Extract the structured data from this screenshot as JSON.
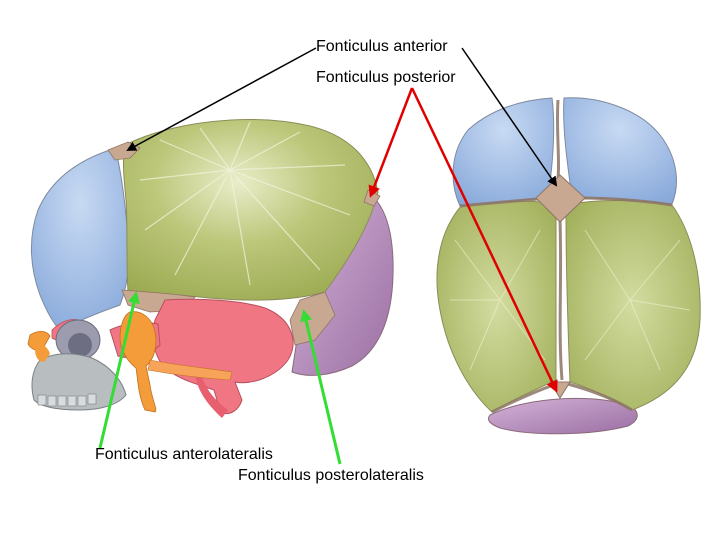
{
  "labels": {
    "anterior": "Fonticulus anterior",
    "posterior": "Fonticulus posterior",
    "anterolateralis": "Fonticulus anterolateralis",
    "posterolateralis": "Fonticulus posterolateralis"
  },
  "colors": {
    "frontal_bone": "#9dbbe6",
    "parietal_bone": "#b7c46e",
    "occipital_bone": "#c29bc7",
    "sphenoid_temporal": "#f07684",
    "fontanelle_membrane": "#c9a892",
    "facial_bones": "#b8bdc0",
    "zygomatic": "#f59c3a",
    "arrow_anterior": "#000000",
    "arrow_posterior": "#e00000",
    "arrow_lateral": "#33dd33"
  }
}
